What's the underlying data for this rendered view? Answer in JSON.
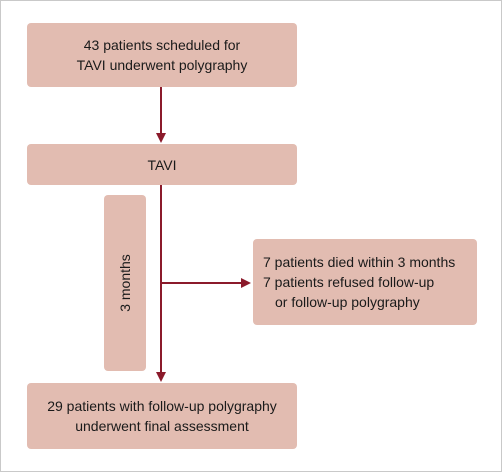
{
  "diagram": {
    "start_box": {
      "lines": [
        "43 patients scheduled for",
        "TAVI underwent polygraphy"
      ]
    },
    "tavi_box": {
      "label": "TAVI"
    },
    "period_box": {
      "label": "3 months"
    },
    "exclusion_box": {
      "lines": [
        "7 patients died within 3 months",
        "7 patients refused follow-up",
        "or follow-up polygraphy"
      ]
    },
    "final_box": {
      "lines": [
        "29 patients with follow-up polygraphy",
        "underwent final assessment"
      ]
    },
    "colors": {
      "box_fill": "#e2bcb1",
      "arrow": "#8b1a2b",
      "frame_border": "#c9c9c9"
    }
  }
}
